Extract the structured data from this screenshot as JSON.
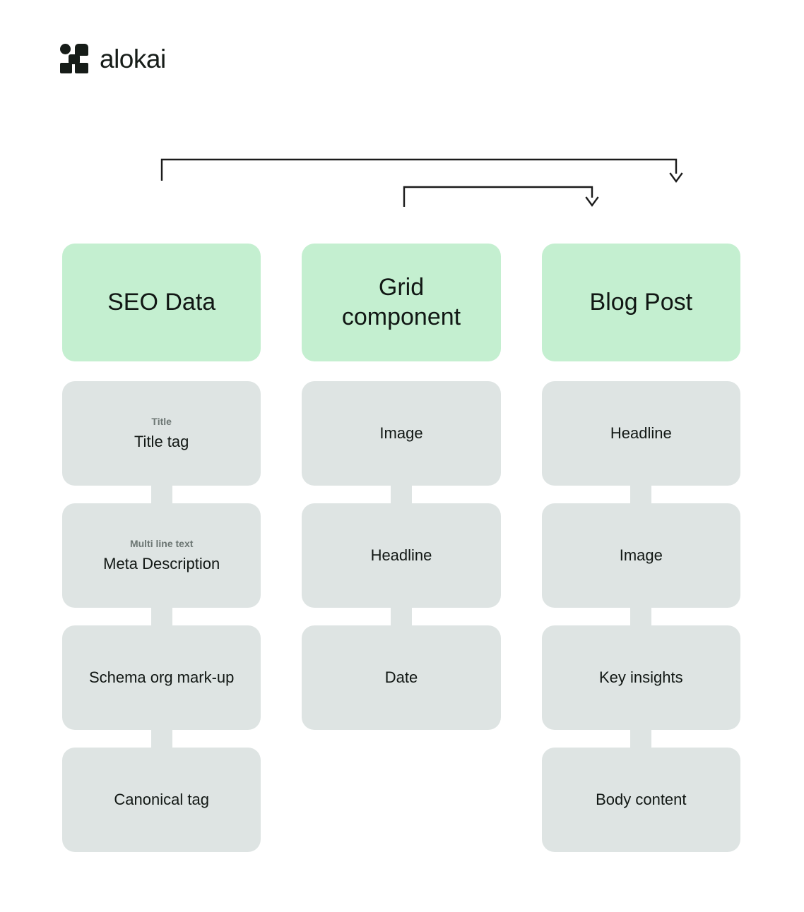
{
  "brand": {
    "name": "alokai",
    "logo_icon": "alokai-logo-icon",
    "logo_color": "#161C18"
  },
  "colors": {
    "header_green": "#C4EFD0",
    "node_gray": "#DEE4E3",
    "text_dark": "#111714",
    "text_muted": "#6C7673",
    "arrow_stroke": "#1B1B1B",
    "background": "#FFFFFF"
  },
  "arrows": [
    {
      "name": "arrow-to-blog-post",
      "label": ""
    },
    {
      "name": "arrow-to-grid-component",
      "label": ""
    }
  ],
  "columns": [
    {
      "id": "seo-data",
      "header": "SEO Data",
      "nodes": [
        {
          "sub": "Title",
          "label": "Title tag"
        },
        {
          "sub": "Multi line text",
          "label": "Meta Description"
        },
        {
          "sub": "",
          "label": "Schema org mark-up"
        },
        {
          "sub": "",
          "label": "Canonical tag"
        }
      ]
    },
    {
      "id": "grid-component",
      "header": "Grid\ncomponent",
      "header_line1": "Grid",
      "header_line2": "component",
      "nodes": [
        {
          "sub": "",
          "label": "Image"
        },
        {
          "sub": "",
          "label": "Headline"
        },
        {
          "sub": "",
          "label": "Date"
        }
      ]
    },
    {
      "id": "blog-post",
      "header": "Blog Post",
      "nodes": [
        {
          "sub": "",
          "label": "Headline"
        },
        {
          "sub": "",
          "label": "Image"
        },
        {
          "sub": "",
          "label": "Key insights"
        },
        {
          "sub": "",
          "label": "Body content"
        }
      ]
    }
  ]
}
